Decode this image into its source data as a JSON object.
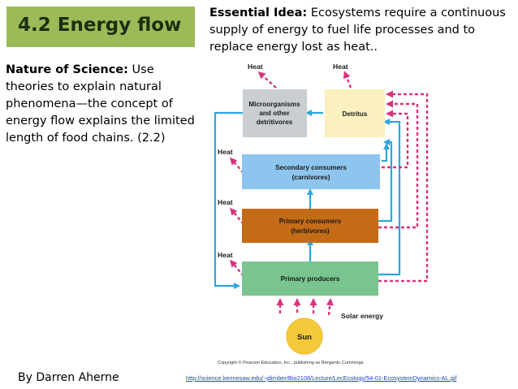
{
  "title": "4.2 Energy flow",
  "essential": {
    "label": "Essential Idea:",
    "text": " Ecosystems require a continuous supply of energy to fuel life processes and to replace energy lost as heat.."
  },
  "nature_of_science": {
    "label": "Nature of Science:",
    "text": " Use theories to explain natural phenomena—the concept of energy flow explains the limited length of food chains. (2.2)"
  },
  "diagram": {
    "boxes": {
      "microorganisms": [
        "Microorganisms",
        "and other",
        "detritivores"
      ],
      "detritus": [
        "Detritus"
      ],
      "secondary": [
        "Secondary consumers",
        "(carnivores)"
      ],
      "primary_consumers": [
        "Primary consumers",
        "(herbivores)"
      ],
      "producers": [
        "Primary producers"
      ]
    },
    "heat_label": "Heat",
    "solar_label": "Solar energy",
    "sun_label": "Sun",
    "colors": {
      "micro": "#c9ced3",
      "detritus": "#fbf1be",
      "secondary": "#8ec5ee",
      "primary_consumers": "#c46b17",
      "producers": "#79c48f",
      "flow_arrow": "#2ba6de",
      "heat_arrow": "#d8337d",
      "sun": "#f6c93a"
    }
  },
  "copyright": "Copyright © Pearson Education, Inc., publishing as Benjamin Cummings.",
  "author": "By Darren Aherne",
  "source_link": "http://science.kennesaw.edu/~jdirnber/Bio2108/Lecture/LecEcology/54-01-EcosystemDynamics-AL.gif"
}
